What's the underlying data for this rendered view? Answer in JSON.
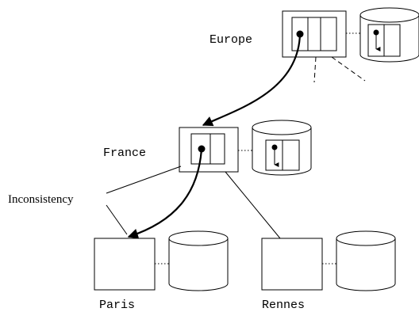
{
  "nodes": {
    "europe": {
      "label": "Europe"
    },
    "france": {
      "label": "France"
    },
    "paris": {
      "label": "Paris"
    },
    "rennes": {
      "label": "Rennes"
    }
  },
  "annotation": {
    "label": "Inconsistency"
  }
}
